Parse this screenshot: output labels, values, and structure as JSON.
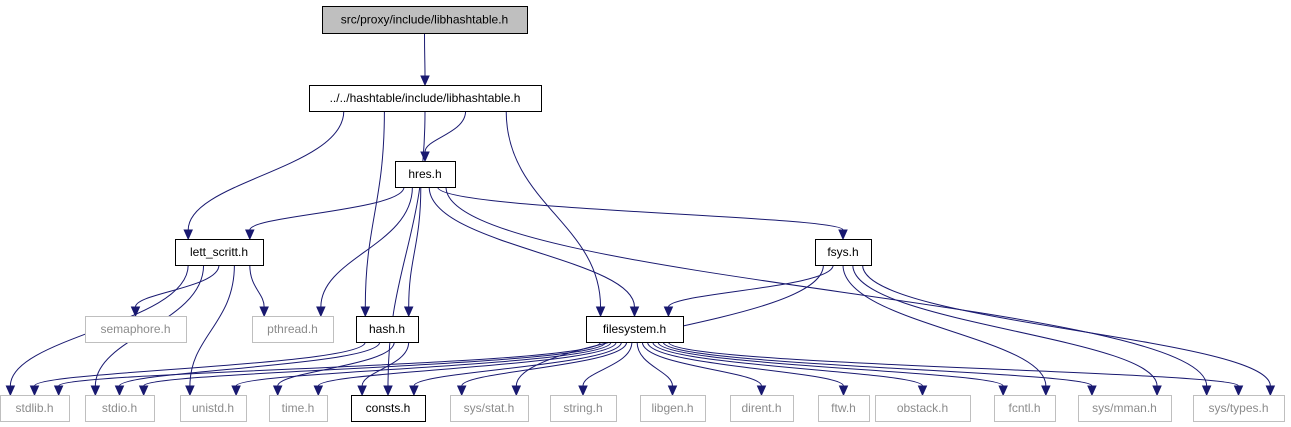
{
  "graph": {
    "edge_color": "#191970",
    "nodes": [
      {
        "id": "root",
        "label": "src/proxy/include/libhashtable.h",
        "kind": "root"
      },
      {
        "id": "ht",
        "label": "../../hashtable/include/libhashtable.h",
        "kind": "local"
      },
      {
        "id": "hres",
        "label": "hres.h",
        "kind": "local"
      },
      {
        "id": "lett",
        "label": "lett_scritt.h",
        "kind": "local"
      },
      {
        "id": "fsys",
        "label": "fsys.h",
        "kind": "local"
      },
      {
        "id": "hash",
        "label": "hash.h",
        "kind": "local"
      },
      {
        "id": "filesystem",
        "label": "filesystem.h",
        "kind": "local"
      },
      {
        "id": "semaphore",
        "label": "semaphore.h",
        "kind": "system"
      },
      {
        "id": "pthread",
        "label": "pthread.h",
        "kind": "system"
      },
      {
        "id": "stdlib",
        "label": "stdlib.h",
        "kind": "system"
      },
      {
        "id": "stdio",
        "label": "stdio.h",
        "kind": "system"
      },
      {
        "id": "unistd",
        "label": "unistd.h",
        "kind": "system"
      },
      {
        "id": "time",
        "label": "time.h",
        "kind": "system"
      },
      {
        "id": "consts",
        "label": "consts.h",
        "kind": "local"
      },
      {
        "id": "sysstat",
        "label": "sys/stat.h",
        "kind": "system"
      },
      {
        "id": "string",
        "label": "string.h",
        "kind": "system"
      },
      {
        "id": "libgen",
        "label": "libgen.h",
        "kind": "system"
      },
      {
        "id": "dirent",
        "label": "dirent.h",
        "kind": "system"
      },
      {
        "id": "ftw",
        "label": "ftw.h",
        "kind": "system"
      },
      {
        "id": "obstack",
        "label": "obstack.h",
        "kind": "system"
      },
      {
        "id": "fcntl",
        "label": "fcntl.h",
        "kind": "system"
      },
      {
        "id": "sysmman",
        "label": "sys/mman.h",
        "kind": "system"
      },
      {
        "id": "systypes",
        "label": "sys/types.h",
        "kind": "system"
      }
    ],
    "edges": [
      [
        "root",
        "ht"
      ],
      [
        "ht",
        "lett"
      ],
      [
        "ht",
        "hres"
      ],
      [
        "ht",
        "hash"
      ],
      [
        "ht",
        "consts"
      ],
      [
        "ht",
        "filesystem"
      ],
      [
        "hres",
        "lett"
      ],
      [
        "hres",
        "pthread"
      ],
      [
        "hres",
        "hash"
      ],
      [
        "hres",
        "filesystem"
      ],
      [
        "hres",
        "fsys"
      ],
      [
        "hres",
        "systypes"
      ],
      [
        "lett",
        "stdlib"
      ],
      [
        "lett",
        "stdio"
      ],
      [
        "lett",
        "semaphore"
      ],
      [
        "lett",
        "unistd"
      ],
      [
        "lett",
        "pthread"
      ],
      [
        "fsys",
        "sysstat"
      ],
      [
        "fsys",
        "filesystem"
      ],
      [
        "fsys",
        "fcntl"
      ],
      [
        "fsys",
        "sysmman"
      ],
      [
        "fsys",
        "systypes"
      ],
      [
        "hash",
        "stdlib"
      ],
      [
        "hash",
        "stdio"
      ],
      [
        "hash",
        "time"
      ],
      [
        "hash",
        "consts"
      ],
      [
        "filesystem",
        "stdlib"
      ],
      [
        "filesystem",
        "stdio"
      ],
      [
        "filesystem",
        "unistd"
      ],
      [
        "filesystem",
        "time"
      ],
      [
        "filesystem",
        "consts"
      ],
      [
        "filesystem",
        "sysstat"
      ],
      [
        "filesystem",
        "string"
      ],
      [
        "filesystem",
        "libgen"
      ],
      [
        "filesystem",
        "dirent"
      ],
      [
        "filesystem",
        "ftw"
      ],
      [
        "filesystem",
        "obstack"
      ],
      [
        "filesystem",
        "fcntl"
      ],
      [
        "filesystem",
        "sysmman"
      ],
      [
        "filesystem",
        "systypes"
      ]
    ]
  }
}
